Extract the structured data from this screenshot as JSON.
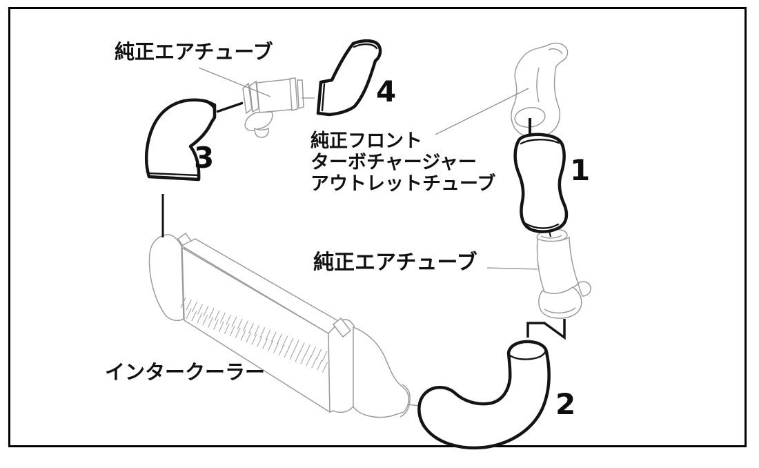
{
  "diagram": {
    "title": "intercooler-piping-parts-diagram",
    "labels": {
      "air_tube_top": "純正エアチューブ",
      "turbo_outlet_line1": "純正フロント",
      "turbo_outlet_line2": "ターボチャージャー",
      "turbo_outlet_line3": "アウトレットチューブ",
      "air_tube_right": "純正エアチューブ",
      "intercooler": "インタークーラー"
    },
    "part_numbers": {
      "part1": "1",
      "part2": "2",
      "part3": "3",
      "part4": "4"
    },
    "colors": {
      "outline_bold": "#141414",
      "outline_oem": "#9b9b9b",
      "border": "#000000",
      "background": "#ffffff",
      "text": "#111111"
    }
  }
}
